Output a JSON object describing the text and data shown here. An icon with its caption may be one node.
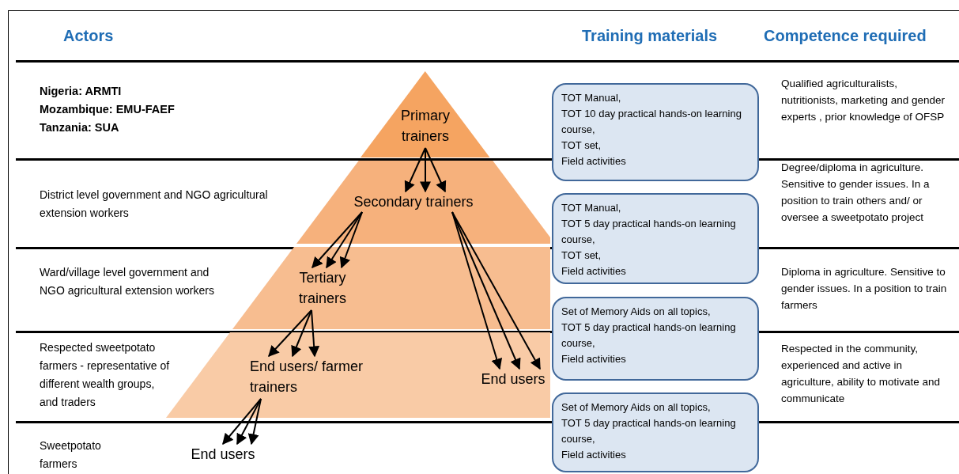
{
  "diagram": {
    "nodes": [
      {
        "text": [],
        "shape": "triangle"
      },
      {
        "text": [
          "Primary trainers"
        ],
        "in": 0
      },
      {
        "text": [],
        "shape": "trapezoid"
      },
      {
        "text": [
          "Secondary trainers"
        ],
        "in": 2
      },
      {
        "text": [],
        "shape": "trapezoid"
      },
      {
        "text": [
          "Tertiary trainers"
        ],
        "in": 4
      },
      {
        "text": [],
        "shape": "trapezoid"
      },
      {
        "text": [
          "End users/ farmer trainers"
        ],
        "in": 6
      },
      {
        "text": [
          "End users"
        ],
        "in": 6
      },
      {
        "text": [
          "End users"
        ]
      },
      {
        "text": [
          "TOT Manual,",
          "TOT 10 day practical hands-on learning course,",
          "TOT set,",
          "Field activities"
        ]
      },
      {
        "text": [
          "TOT Manual,",
          "TOT 5 day practical hands-on learning course,",
          "TOT set,",
          "Field activities"
        ]
      },
      {
        "text": [
          "Set of Memory Aids on all topics,",
          "TOT 5 day practical hands-on learning course,",
          "Field activities"
        ]
      },
      {
        "text": [
          "Set of Memory Aids on all topics,",
          "TOT 5 day practical hands-on learning course,",
          "Field activities"
        ]
      }
    ],
    "edges": [
      {
        "from": 1,
        "to": 3,
        "arrow": "to"
      },
      {
        "from": 1,
        "to": 3,
        "arrow": "to"
      },
      {
        "from": 1,
        "to": 3,
        "arrow": "to"
      },
      {
        "from": 3,
        "to": 5,
        "arrow": "to"
      },
      {
        "from": 3,
        "to": 5,
        "arrow": "to"
      },
      {
        "from": 3,
        "to": 5,
        "arrow": "to"
      },
      {
        "from": 3,
        "to": 8,
        "arrow": "to"
      },
      {
        "from": 3,
        "to": 8,
        "arrow": "to"
      },
      {
        "from": 3,
        "to": 8,
        "arrow": "to"
      },
      {
        "from": 5,
        "to": 7,
        "arrow": "to"
      },
      {
        "from": 5,
        "to": 7,
        "arrow": "to"
      },
      {
        "from": 5,
        "to": 7,
        "arrow": "to"
      },
      {
        "from": 7,
        "to": 9,
        "arrow": "to"
      },
      {
        "from": 7,
        "to": 9,
        "arrow": "to"
      },
      {
        "from": 7,
        "to": 9,
        "arrow": "to"
      }
    ],
    "labels": [
      "Actors",
      "Training materials",
      "Competence required",
      "Nigeria: ARMTI",
      "Mozambique: EMU-FAEF",
      "Tanzania: SUA",
      "Qualified agriculturalists, nutritionists, marketing and gender experts , prior knowledge of OFSP",
      "District level government and NGO agricultural extension workers",
      "Degree/diploma in agriculture.  Sensitive to gender issues. In a position to train others and/ or oversee a sweetpotato project",
      "Ward/village level government and NGO agricultural extension workers",
      "Diploma in agriculture. Sensitive to gender issues. In a position to train farmers",
      "Respected sweetpotato farmers - representative of different wealth groups, and traders",
      "Respected in the community, experienced and active in agriculture, ability to motivate and communicate",
      "Sweetpotato farmers"
    ]
  }
}
